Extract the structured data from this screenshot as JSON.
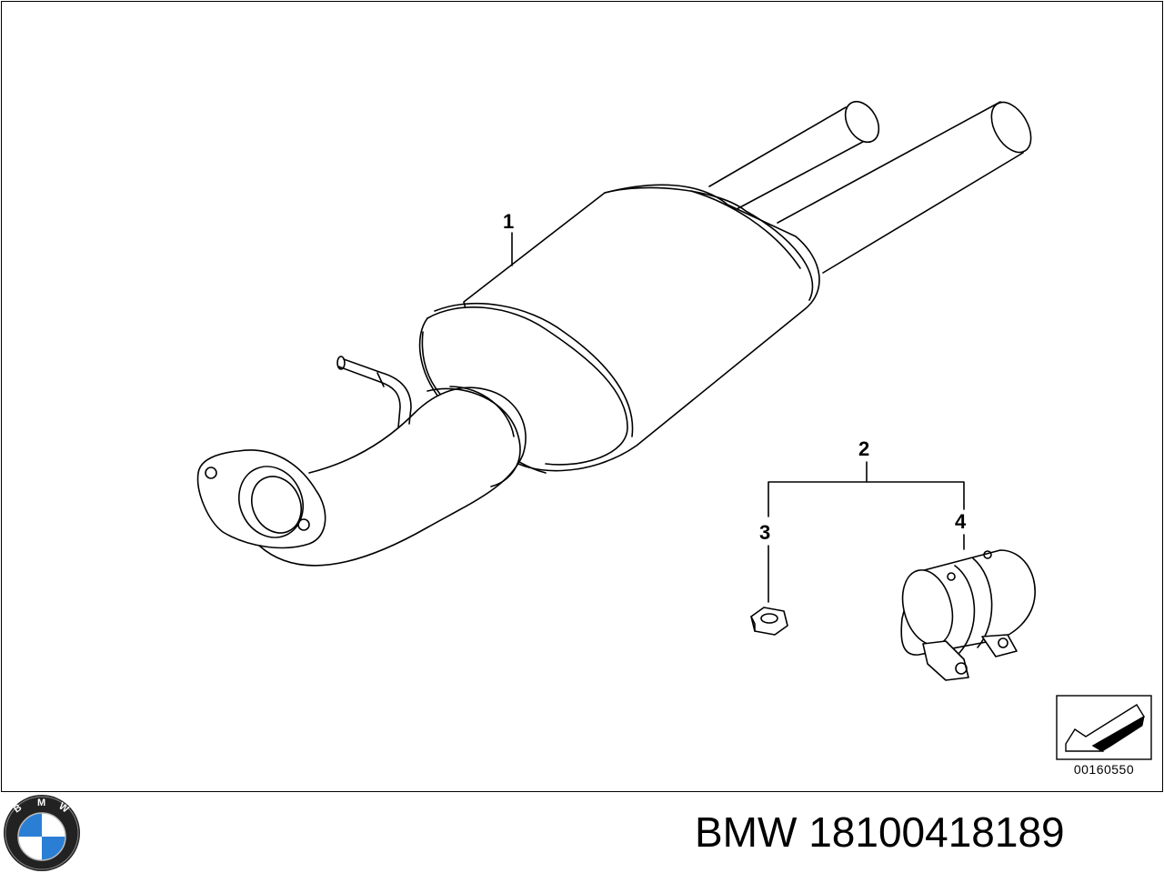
{
  "diagram": {
    "callouts": {
      "part1": "1",
      "part2": "2",
      "part3": "3",
      "part4": "4"
    },
    "reference_code": "00160550"
  },
  "caption": {
    "brand": "BMW",
    "part_number": "18100418189"
  },
  "logo": {
    "letters": "BMW",
    "colors": {
      "blue": "#2a7fd4",
      "white": "#ffffff",
      "ring": "#222222"
    }
  }
}
